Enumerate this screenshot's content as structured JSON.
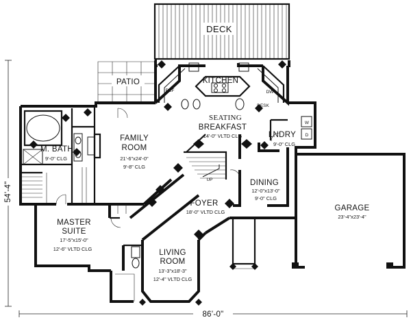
{
  "rooms": {
    "deck": {
      "name": "DECK"
    },
    "patio": {
      "name": "PATIO"
    },
    "kitchen": {
      "name": "KITCHEN"
    },
    "seating": {
      "name": "SEATING"
    },
    "breakfast": {
      "name": "BREAKFAST",
      "dims": "14'-0\" VLTD CLG"
    },
    "desk": {
      "name": "DESK"
    },
    "laundry": {
      "name": "LNDRY",
      "dims": "9'-0\" CLG"
    },
    "mbath": {
      "name": "M. BATH",
      "dims": "9'-0\" CLG"
    },
    "family": {
      "name1": "FAMILY",
      "name2": "ROOM",
      "dims": "21'-6\"x24'-0\"",
      "clg": "9'-8\" CLG"
    },
    "dining": {
      "name": "DINING",
      "dims": "12'-0\"x13'-0\"",
      "clg": "9'-0\" CLG"
    },
    "foyer": {
      "name": "FOYER",
      "dims": "18'-0\" VLTD CLG"
    },
    "garage": {
      "name": "GARAGE",
      "dims": "23'-4\"x23'-4\""
    },
    "master": {
      "name1": "MASTER",
      "name2": "SUITE",
      "dims": "17'-5\"x15'-0\"",
      "clg": "12'-6\" VLTD CLG"
    },
    "living": {
      "name1": "LIVING",
      "name2": "ROOM",
      "dims": "13'-3\"x18'-3\"",
      "clg": "12'-4\" VLTD CLG"
    }
  },
  "annotations": {
    "up": "UP",
    "ref": "REF",
    "dw": "DW",
    "w": "W",
    "d": "D"
  },
  "overall": {
    "width": "86'-0\"",
    "depth": "54'-4\""
  }
}
